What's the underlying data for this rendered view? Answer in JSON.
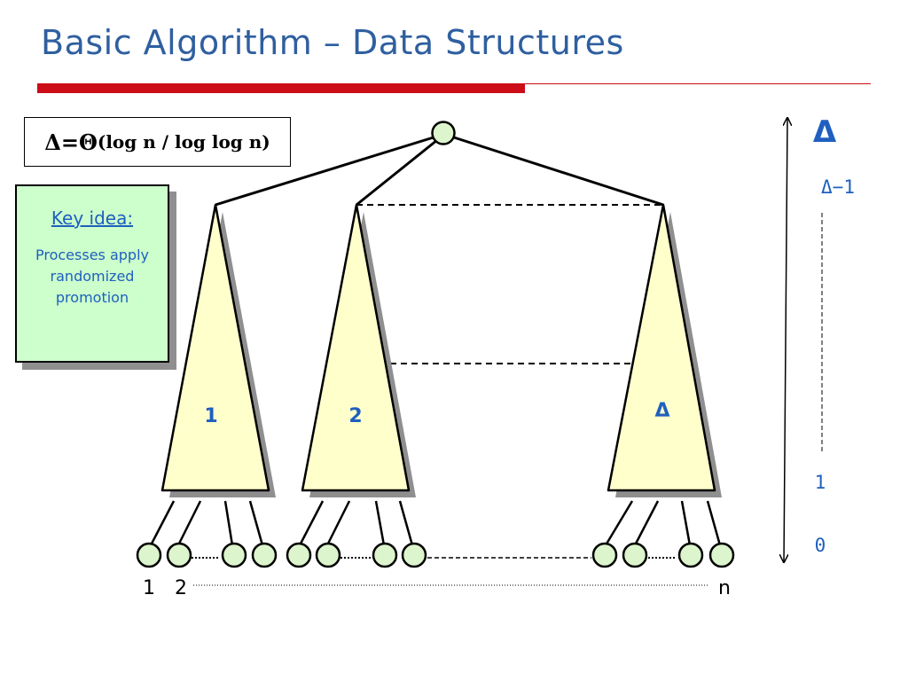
{
  "title": "Basic Algorithm – Data Structures",
  "formula": {
    "lhs": "Δ=Θ",
    "rhs": "(log n / log log n)"
  },
  "key_idea": {
    "heading": "Key idea:",
    "body": "Processes apply randomized promotion"
  },
  "trees": [
    "1",
    "2",
    "Δ"
  ],
  "levels": {
    "top": "Δ",
    "second": "Δ−1",
    "one": "1",
    "zero": "0"
  },
  "leaves": {
    "first": "1",
    "second": "2",
    "last": "n"
  },
  "colors": {
    "title": "#2f5fa0",
    "accent_bar": "#cc0c16",
    "label_blue": "#1f5fbf",
    "triangle_fill": "#ffffcc",
    "node_fill": "#ddf5cc",
    "key_idea_fill": "#ccffcc"
  }
}
